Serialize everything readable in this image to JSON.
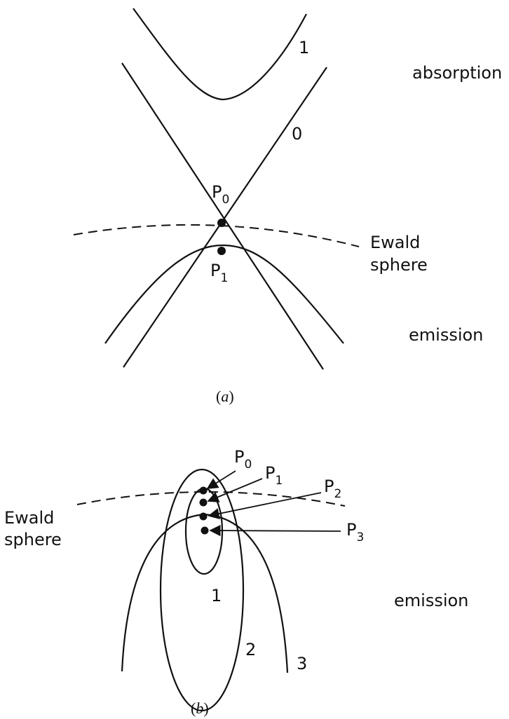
{
  "panel_a": {
    "curve_1_label": "1",
    "curve_0_label": "0",
    "absorption_label": "absorption",
    "emission_label": "emission",
    "ewald_line1": "Ewald",
    "ewald_line2": "sphere",
    "p0": {
      "letter": "P",
      "sub": "0"
    },
    "p1": {
      "letter": "P",
      "sub": "1"
    },
    "caption": {
      "open": "(",
      "letter": "a",
      "close": ")"
    }
  },
  "panel_b": {
    "ewald_line1": "Ewald",
    "ewald_line2": "sphere",
    "emission_label": "emission",
    "curve_1_label": "1",
    "curve_2_label": "2",
    "curve_3_label": "3",
    "p0": {
      "letter": "P",
      "sub": "0"
    },
    "p1": {
      "letter": "P",
      "sub": "1"
    },
    "p2": {
      "letter": "P",
      "sub": "2"
    },
    "p3": {
      "letter": "P",
      "sub": "3"
    },
    "caption": {
      "open": "(",
      "letter": "b",
      "close": ")"
    }
  }
}
